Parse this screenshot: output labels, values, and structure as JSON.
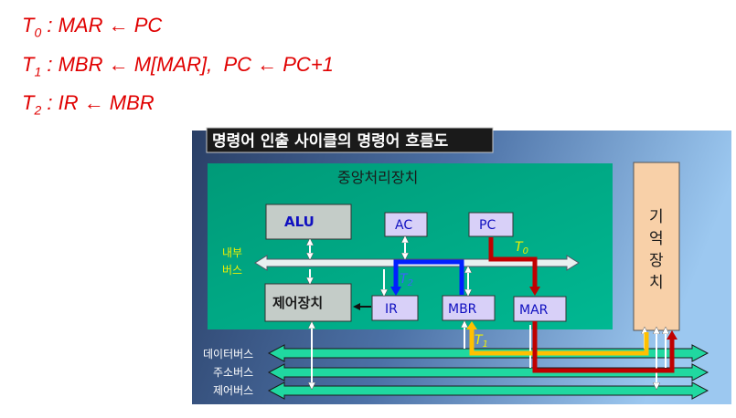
{
  "equations": [
    {
      "t": "T",
      "sub": "0",
      "rest": " : MAR ← PC"
    },
    {
      "t": "T",
      "sub": "1",
      "rest": " : MBR ← M[MAR],  PC ← PC+1"
    },
    {
      "t": "T",
      "sub": "2",
      "rest": " : IR ← MBR"
    }
  ],
  "diagram": {
    "title": "명령어 인출 사이클의 명령어 흐름도",
    "cpu_label": "중앙처리장치",
    "memory_label_chars": [
      "기",
      "억",
      "장",
      "치"
    ],
    "internal_bus_label": [
      "내부",
      "버스"
    ],
    "registers": {
      "alu": "ALU",
      "ac": "AC",
      "pc": "PC",
      "control": "제어장치",
      "ir": "IR",
      "mbr": "MBR",
      "mar": "MAR"
    },
    "buses": [
      "데이터버스",
      "주소버스",
      "제어버스"
    ],
    "time_labels": {
      "t0": "T",
      "t0_sub": "0",
      "t1": "T",
      "t1_sub": "1",
      "t2": "T",
      "t2_sub": "2"
    },
    "colors": {
      "t0_path": "#c00000",
      "t1_path": "#ffc000",
      "t2_path": "#0020ff",
      "cpu_fill": "#00a885",
      "bus_fill": "#20d8a0",
      "register_fill": "#d8d0f8",
      "alu_fill": "#c4ccc8",
      "memory_fill": "#f8d0a8"
    }
  }
}
